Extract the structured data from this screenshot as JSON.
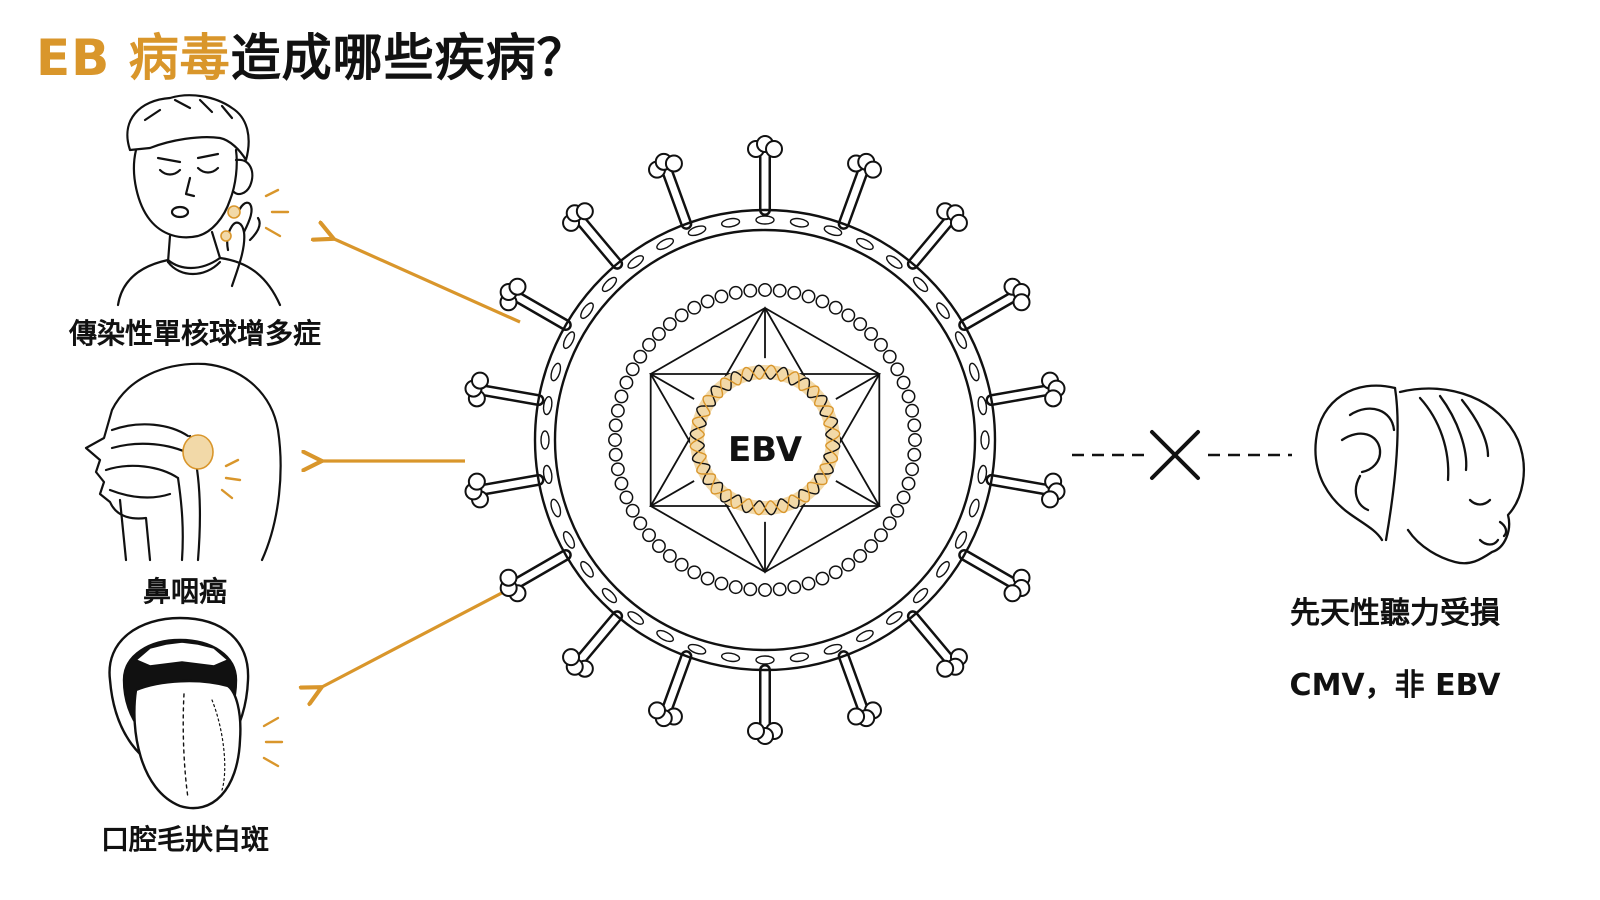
{
  "title": {
    "accent": "EB 病毒",
    "rest": "造成哪些疾病？"
  },
  "virus": {
    "label": "EBV"
  },
  "diseases": [
    {
      "label": "傳染性單核球增多症"
    },
    {
      "label": "鼻咽癌"
    },
    {
      "label": "口腔毛狀白斑"
    }
  ],
  "excluded": {
    "label": "先天性聽力受損",
    "note": "CMV，非 EBV"
  },
  "colors": {
    "accent": "#D9962B",
    "ink": "#111111",
    "background": "#FFFFFF"
  }
}
